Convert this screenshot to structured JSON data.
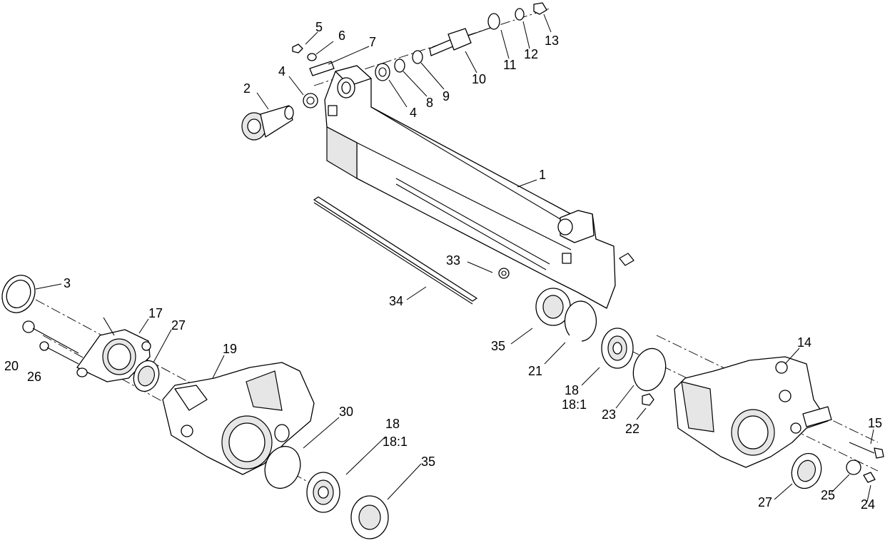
{
  "callouts": [
    {
      "id": "c1",
      "text": "1"
    },
    {
      "id": "c2",
      "text": "2"
    },
    {
      "id": "c3",
      "text": "3"
    },
    {
      "id": "c4a",
      "text": "4"
    },
    {
      "id": "c4b",
      "text": "4"
    },
    {
      "id": "c5",
      "text": "5"
    },
    {
      "id": "c6",
      "text": "6"
    },
    {
      "id": "c7",
      "text": "7"
    },
    {
      "id": "c8",
      "text": "8"
    },
    {
      "id": "c9",
      "text": "9"
    },
    {
      "id": "c10",
      "text": "10"
    },
    {
      "id": "c11",
      "text": "11"
    },
    {
      "id": "c12",
      "text": "12"
    },
    {
      "id": "c13",
      "text": "13"
    },
    {
      "id": "c14",
      "text": "14"
    },
    {
      "id": "c15",
      "text": "15"
    },
    {
      "id": "c17",
      "text": "17"
    },
    {
      "id": "c18a",
      "text": "18"
    },
    {
      "id": "c18a2",
      "text": "18:1"
    },
    {
      "id": "c18b",
      "text": "18"
    },
    {
      "id": "c18b2",
      "text": "18:1"
    },
    {
      "id": "c19",
      "text": "19"
    },
    {
      "id": "c20",
      "text": "20"
    },
    {
      "id": "c21",
      "text": "21"
    },
    {
      "id": "c22",
      "text": "22"
    },
    {
      "id": "c23",
      "text": "23"
    },
    {
      "id": "c24",
      "text": "24"
    },
    {
      "id": "c25",
      "text": "25"
    },
    {
      "id": "c26",
      "text": "26"
    },
    {
      "id": "c27a",
      "text": "27"
    },
    {
      "id": "c27b",
      "text": "27"
    },
    {
      "id": "c30",
      "text": "30"
    },
    {
      "id": "c33",
      "text": "33"
    },
    {
      "id": "c34",
      "text": "34"
    },
    {
      "id": "c35a",
      "text": "35"
    },
    {
      "id": "c35b",
      "text": "35"
    }
  ]
}
